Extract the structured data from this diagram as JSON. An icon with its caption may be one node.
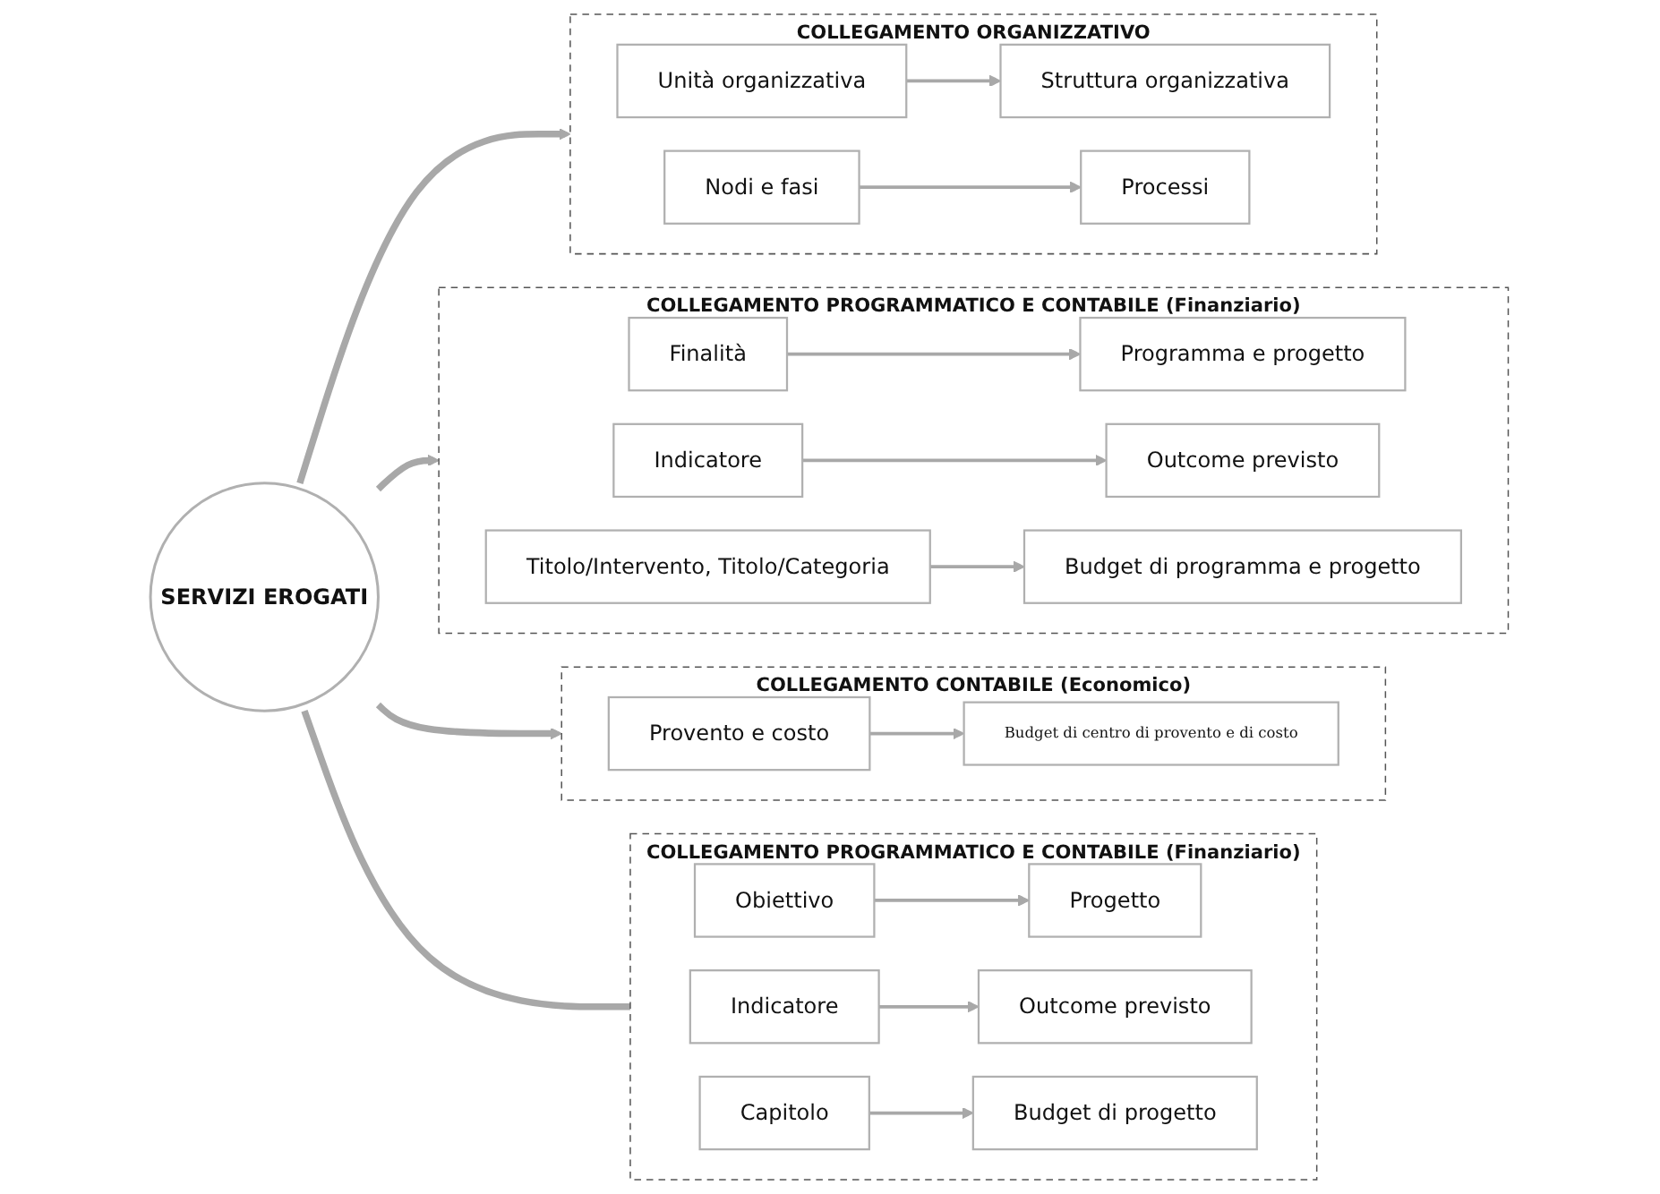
{
  "diagram": {
    "nodes": [
      {
        "text": [
          "SERVIZI EROGATI"
        ]
      },
      {
        "text": [
          "COLLEGAMENTO ORGANIZZATIVO"
        ]
      },
      {
        "text": [
          "Struttura organizzativa"
        ],
        "in": 1
      },
      {
        "text": [
          "Unità organizzativa"
        ],
        "in": 1
      },
      {
        "text": [
          "Processi"
        ],
        "in": 1
      },
      {
        "text": [
          "Nodi e fasi"
        ],
        "in": 1
      },
      {
        "text": [
          "COLLEGAMENTO PROGRAMMATICO E CONTABILE (Finanziario)"
        ]
      },
      {
        "text": [
          "Finalità"
        ],
        "in": 6
      },
      {
        "text": [
          "Programma e progetto"
        ],
        "in": 6
      },
      {
        "text": [
          "Indicatore"
        ],
        "in": 6
      },
      {
        "text": [
          "Outcome previsto"
        ],
        "in": 6
      },
      {
        "text": [
          "Titolo/Intervento, Titolo/Categoria"
        ],
        "in": 6
      },
      {
        "text": [
          "Budget di programma e progetto"
        ],
        "in": 6
      },
      {
        "text": [
          "COLLEGAMENTO CONTABILE (Economico)"
        ]
      },
      {
        "text": [
          "Budget di centro di provento e di costo"
        ],
        "in": 13
      },
      {
        "text": [
          "Provento e costo"
        ],
        "in": 13
      },
      {
        "text": [
          "COLLEGAMENTO PROGRAMMATICO E CONTABILE (Finanziario)"
        ]
      },
      {
        "text": [
          "Obiettivo"
        ],
        "in": 16
      },
      {
        "text": [
          "Progetto"
        ],
        "in": 16
      },
      {
        "text": [
          "Indicatore"
        ],
        "in": 16
      },
      {
        "text": [
          "Outcome previsto"
        ],
        "in": 16
      },
      {
        "text": [
          "Capitolo"
        ],
        "in": 16
      },
      {
        "text": [
          "Budget di progetto"
        ],
        "in": 16
      }
    ],
    "edges": [
      {
        "from": 0,
        "to": 1,
        "arrow": "to",
        "style": "thick"
      },
      {
        "from": 0,
        "to": 6,
        "arrow": "to",
        "style": "thick"
      },
      {
        "from": 0,
        "to": 13,
        "arrow": "to",
        "style": "thick"
      },
      {
        "from": 0,
        "to": 16,
        "arrow": "to",
        "style": "thick"
      },
      {
        "from": 3,
        "to": 2,
        "arrow": "to"
      },
      {
        "from": 5,
        "to": 4,
        "arrow": "to"
      },
      {
        "from": 7,
        "to": 8,
        "arrow": "to"
      },
      {
        "from": 9,
        "to": 10,
        "arrow": "to"
      },
      {
        "from": 11,
        "to": 12,
        "arrow": "to"
      },
      {
        "from": 15,
        "to": 14,
        "arrow": "to"
      },
      {
        "from": 17,
        "to": 18,
        "arrow": "to"
      },
      {
        "from": 19,
        "to": 20,
        "arrow": "to"
      },
      {
        "from": 21,
        "to": 22,
        "arrow": "to"
      }
    ]
  }
}
